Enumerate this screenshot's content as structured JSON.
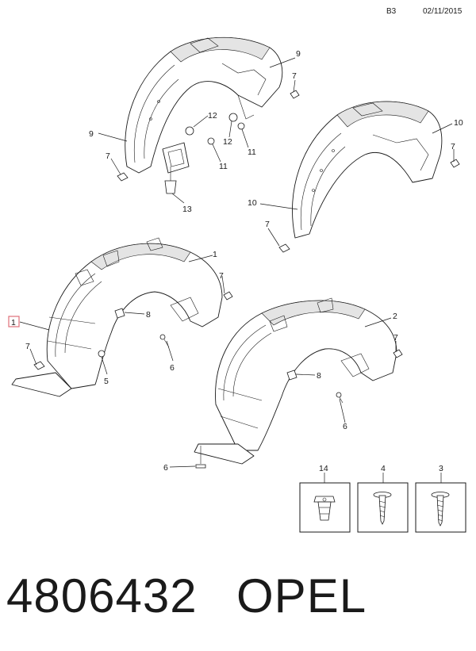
{
  "header": {
    "sheet": "B3",
    "date": "02/11/2015"
  },
  "footer": {
    "part_number": "4806432",
    "brand": "OPEL"
  },
  "callouts": {
    "n1": "1",
    "n2": "2",
    "n3": "3",
    "n4": "4",
    "n5": "5",
    "n6": "6",
    "n7": "7",
    "n8": "8",
    "n9": "9",
    "n10": "10",
    "n11": "11",
    "n12": "12",
    "n13": "13",
    "n14": "14"
  },
  "highlight": {
    "callout": "1",
    "color": "#e0707a"
  }
}
